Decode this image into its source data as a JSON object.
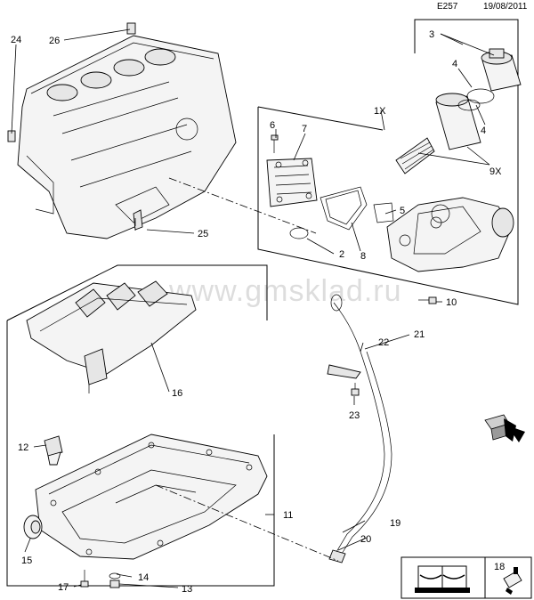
{
  "header": {
    "code": "E257",
    "date": "19/08/2011"
  },
  "watermark": "www.gmsklad.ru",
  "callouts": {
    "c1x": "1X",
    "c2": "2",
    "c3": "3",
    "c4a": "4",
    "c4b": "4",
    "c5": "5",
    "c6": "6",
    "c7": "7",
    "c8": "8",
    "c9x": "9X",
    "c10": "10",
    "c11": "11",
    "c12": "12",
    "c13": "13",
    "c14": "14",
    "c15": "15",
    "c16": "16",
    "c17": "17",
    "c18": "18",
    "c19": "19",
    "c20": "20",
    "c21": "21",
    "c22": "22",
    "c23": "23",
    "c24": "24",
    "c25": "25",
    "c26": "26"
  },
  "icons": [
    "front-arrow-icon",
    "manual-book-icon",
    "sealant-tube-icon"
  ]
}
